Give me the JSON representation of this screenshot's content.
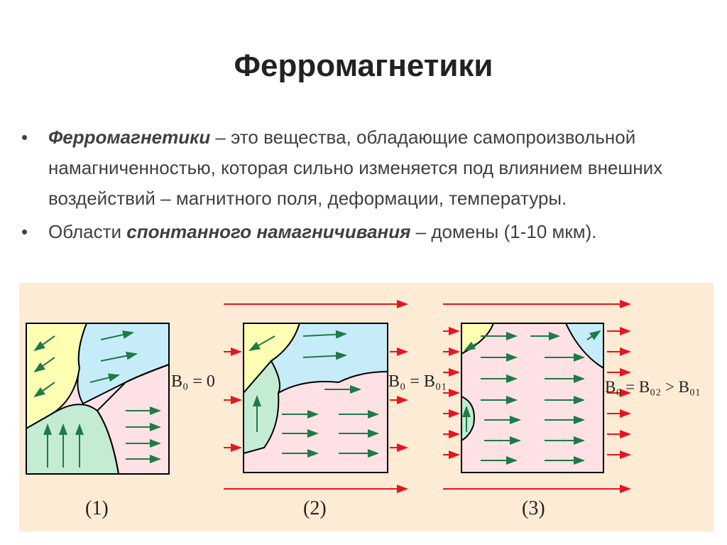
{
  "title": "Ферромагнетики",
  "bullets": [
    {
      "bold": "Ферромагнетики",
      "text": " – это вещества, обладающие самопроизвольной намагниченностью, которая сильно изменяется под влиянием внешних воздействий – магнитного поля, деформации, температуры."
    },
    {
      "pre": "Области ",
      "bold": "спонтанного намагничивания",
      "text": " – домены (1-10 мкм)."
    }
  ],
  "figure": {
    "labels": [
      "B₀ = 0",
      "B₀ = B₀₁",
      "B₀ = B₀₂ > B₀₁"
    ],
    "captions": [
      "(1)",
      "(2)",
      "(3)"
    ],
    "colors": {
      "background": "#fdebd6",
      "yellow": "#ffffb4",
      "blue": "#c6ecfa",
      "green": "#c4ecd2",
      "pink": "#fde1e4",
      "domain_arrow": "#1e7a46",
      "field_arrow": "#e8141c"
    }
  }
}
